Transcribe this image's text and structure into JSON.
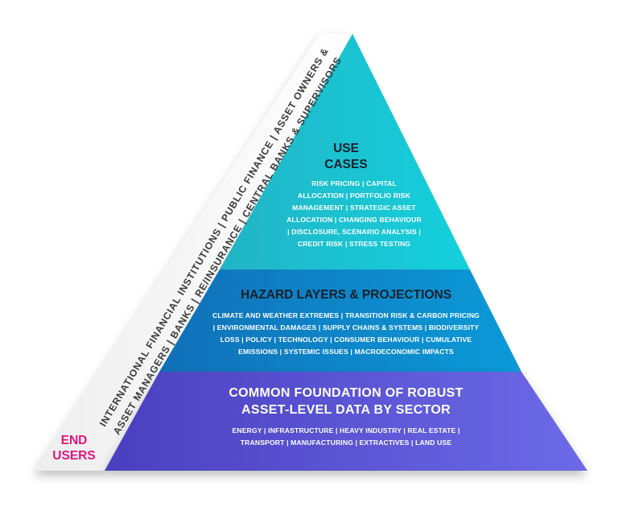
{
  "colors": {
    "use_cases": "#16c2cf",
    "hazard": "#0d8fd0",
    "foundation": "#5a55dd",
    "end_users_accent": "#e5157d",
    "band": "#f7f7f7"
  },
  "use_cases": {
    "title_line1": "USE",
    "title_line2": "CASES",
    "lines": [
      "RISK PRICING  |  CAPITAL",
      "ALLOCATION  |  PORTFOLIO RISK",
      "MANAGEMENT  |  STRATEGIC ASSET",
      "ALLOCATION  |  CHANGING BEHAVIOUR",
      "|  DISCLOSURE, SCENARIO ANALYSIS  |",
      "CREDIT RISK  |  STRESS TESTING"
    ]
  },
  "hazard": {
    "title": "HAZARD LAYERS & PROJECTIONS",
    "lines": [
      "CLIMATE AND WEATHER EXTREMES  |  TRANSITION RISK & CARBON PRICING",
      "|  ENVIRONMENTAL DAMAGES  |  SUPPLY CHAINS & SYSTEMS  |  BIODIVERSITY",
      "LOSS  |  POLICY  |  TECHNOLOGY  |  CONSUMER BEHAVIOUR  |  CUMULATIVE",
      "EMISSIONS  |  SYSTEMIC ISSUES  |  MACROECONOMIC IMPACTS"
    ]
  },
  "foundation": {
    "title_line1": "COMMON FOUNDATION OF ROBUST",
    "title_line2": "ASSET-LEVEL DATA BY SECTOR",
    "lines": [
      "ENERGY  |  INFRASTRUCTURE  |  HEAVY INDUSTRY  |  REAL ESTATE  |",
      "TRANSPORT  |  MANUFACTURING  |  EXTRACTIVES  |  LAND USE"
    ]
  },
  "end_users": {
    "label_line1": "END",
    "label_line2": "USERS",
    "line1": "INTERNATIONAL FINANCIAL INSTITUTIONS  |  PUBLIC FINANCE  |  ASSET OWNERS &",
    "line2": "ASSET MANAGERS  |  BANKS  |  RE/INSURANCE  |  CENTRAL BANKS & SUPERVISORS"
  }
}
